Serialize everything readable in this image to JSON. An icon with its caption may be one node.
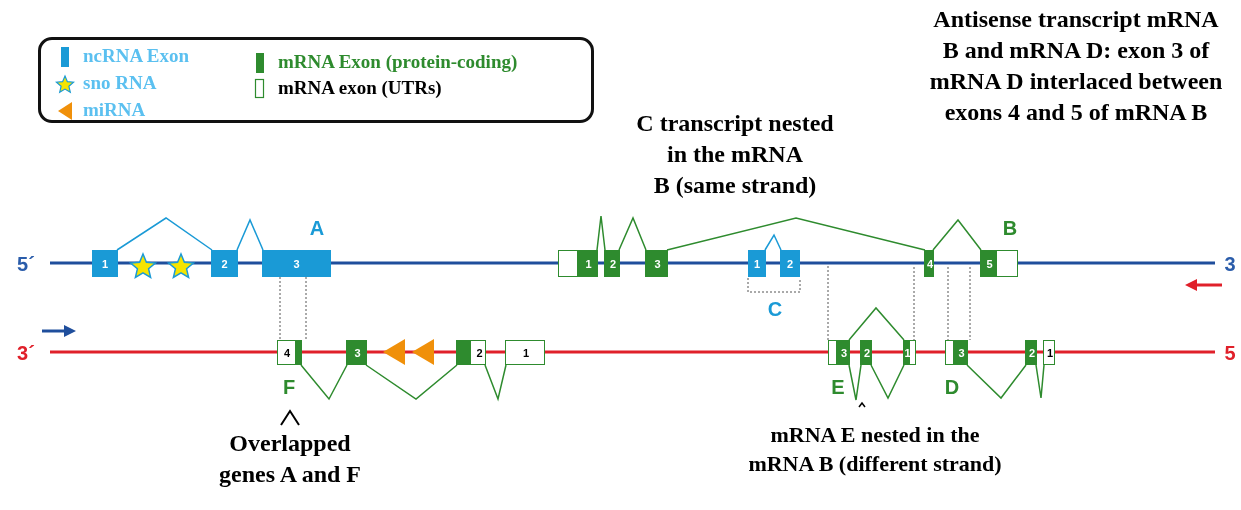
{
  "diagram": {
    "nodes": [
      {
        "text": [
          "1"
        ]
      },
      {
        "text": [
          "2"
        ]
      },
      {
        "text": [
          "3"
        ]
      },
      {
        "text": [
          "1"
        ]
      },
      {
        "text": [
          "2"
        ]
      },
      {
        "text": [
          "3"
        ]
      },
      {
        "text": [
          "1"
        ]
      },
      {
        "text": [
          "2"
        ]
      },
      {
        "text": [
          "4"
        ]
      },
      {
        "text": [
          "5"
        ]
      },
      {
        "text": [
          "4"
        ]
      },
      {
        "text": [
          "3"
        ]
      },
      {
        "text": [
          "2"
        ]
      },
      {
        "text": [
          "1"
        ]
      },
      {
        "text": [
          "3"
        ]
      },
      {
        "text": [
          "2"
        ]
      },
      {
        "text": [
          "1"
        ]
      },
      {
        "text": [
          "3"
        ]
      },
      {
        "text": [
          "2"
        ]
      },
      {
        "text": [
          "1"
        ]
      }
    ],
    "edges": [
      {
        "from": 0,
        "to": 1,
        "arrow": "none",
        "color": "#1a9ad6"
      },
      {
        "from": 1,
        "to": 2,
        "arrow": "none",
        "color": "#1a9ad6"
      },
      {
        "from": 3,
        "to": 4,
        "arrow": "none"
      },
      {
        "from": 4,
        "to": 5,
        "arrow": "none"
      },
      {
        "from": 5,
        "to": 8,
        "arrow": "none"
      },
      {
        "from": 8,
        "to": 9,
        "arrow": "none"
      },
      {
        "from": 6,
        "to": 7,
        "arrow": "none",
        "color": "#1a9ad6"
      },
      {
        "from": 10,
        "to": 11,
        "arrow": "none"
      },
      {
        "from": 11,
        "to": 12,
        "arrow": "none"
      },
      {
        "from": 12,
        "to": 13,
        "arrow": "none"
      },
      {
        "from": 14,
        "to": 16,
        "arrow": "none"
      },
      {
        "from": 14,
        "to": 15,
        "arrow": "none"
      },
      {
        "from": 15,
        "to": 16,
        "arrow": "none"
      },
      {
        "from": 17,
        "to": 18,
        "arrow": "none"
      },
      {
        "from": 18,
        "to": 19,
        "arrow": "none"
      },
      {
        "from": 2,
        "to": 10,
        "arrow": "none",
        "style": "dashed",
        "color": "#555555"
      },
      {
        "from": 2,
        "to": 10,
        "arrow": "none",
        "style": "dashed",
        "color": "#555555"
      },
      {
        "from": 6,
        "to": 7,
        "arrow": "none",
        "style": "dashed",
        "color": "#555555"
      }
    ],
    "labels": [
      "Antisense transcript mRNA B and mRNA D: exon 3 of mRNA D interlaced between exons 4 and 5 of mRNA B",
      "C transcript nested in the mRNA B (same strand)",
      "A",
      "B",
      "5´",
      "3",
      "C",
      "3´",
      "5",
      "F",
      "E",
      "D",
      "Overlapped genes A and F",
      "mRNA E nested in the mRNA B (different strand)"
    ],
    "legend": [
      {
        "text": "ncRNA Exon",
        "color": "#1a9ad6"
      },
      {
        "text": "sno RNA"
      },
      {
        "text": "miRNA"
      },
      {
        "text": "mRNA Exon (protein-coding)",
        "color": "#2e8b2e"
      },
      {
        "text": "mRNA exon (UTRs)"
      }
    ]
  }
}
